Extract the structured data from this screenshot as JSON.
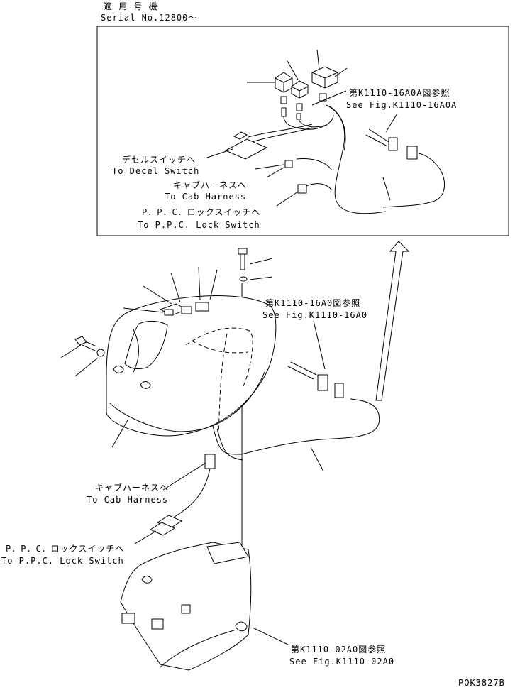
{
  "header": {
    "title_jp": "適 用 号 機",
    "serial": "Serial No.12800～"
  },
  "inset": {
    "ref_jp": "第K1110-16A0A図参照",
    "ref_en": "See Fig.K1110-16A0A",
    "decel_jp": "デセルスイッチへ",
    "decel_en": "To Decel Switch",
    "cab_jp": "キャブハーネスへ",
    "cab_en": "To Cab Harness",
    "ppc_jp": "P．P．C．ロックスイッチへ",
    "ppc_en": "To P.P.C. Lock Switch"
  },
  "main": {
    "ref1_jp": "第K1110-16A0図参照",
    "ref1_en": "See Fig.K1110-16A0",
    "cab_jp": "キャブハーネスへ",
    "cab_en": "To Cab Harness",
    "ppc_jp": "P．P．C．ロックスイッチへ",
    "ppc_en": "To P.P.C. Lock Switch",
    "ref2_jp": "第K1110-02A0図参照",
    "ref2_en": "See Fig.K1110-02A0"
  },
  "footer": {
    "drawing_code": "POK3827B"
  }
}
